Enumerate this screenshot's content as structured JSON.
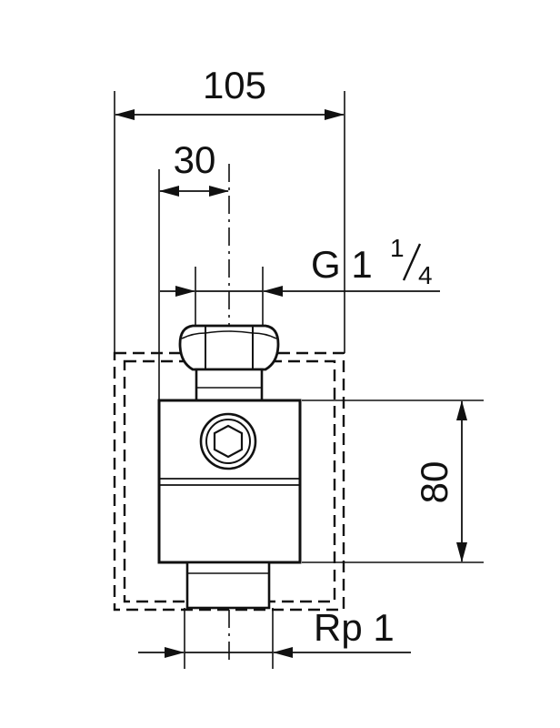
{
  "dimensions": {
    "overall_width": "105",
    "axis_offset": "30",
    "top_thread": {
      "prefix": "G 1",
      "num": "1",
      "den": "4"
    },
    "body_height": "80",
    "bottom_thread": "Rp 1"
  },
  "colors": {
    "line": "#111111",
    "background": "#ffffff"
  }
}
